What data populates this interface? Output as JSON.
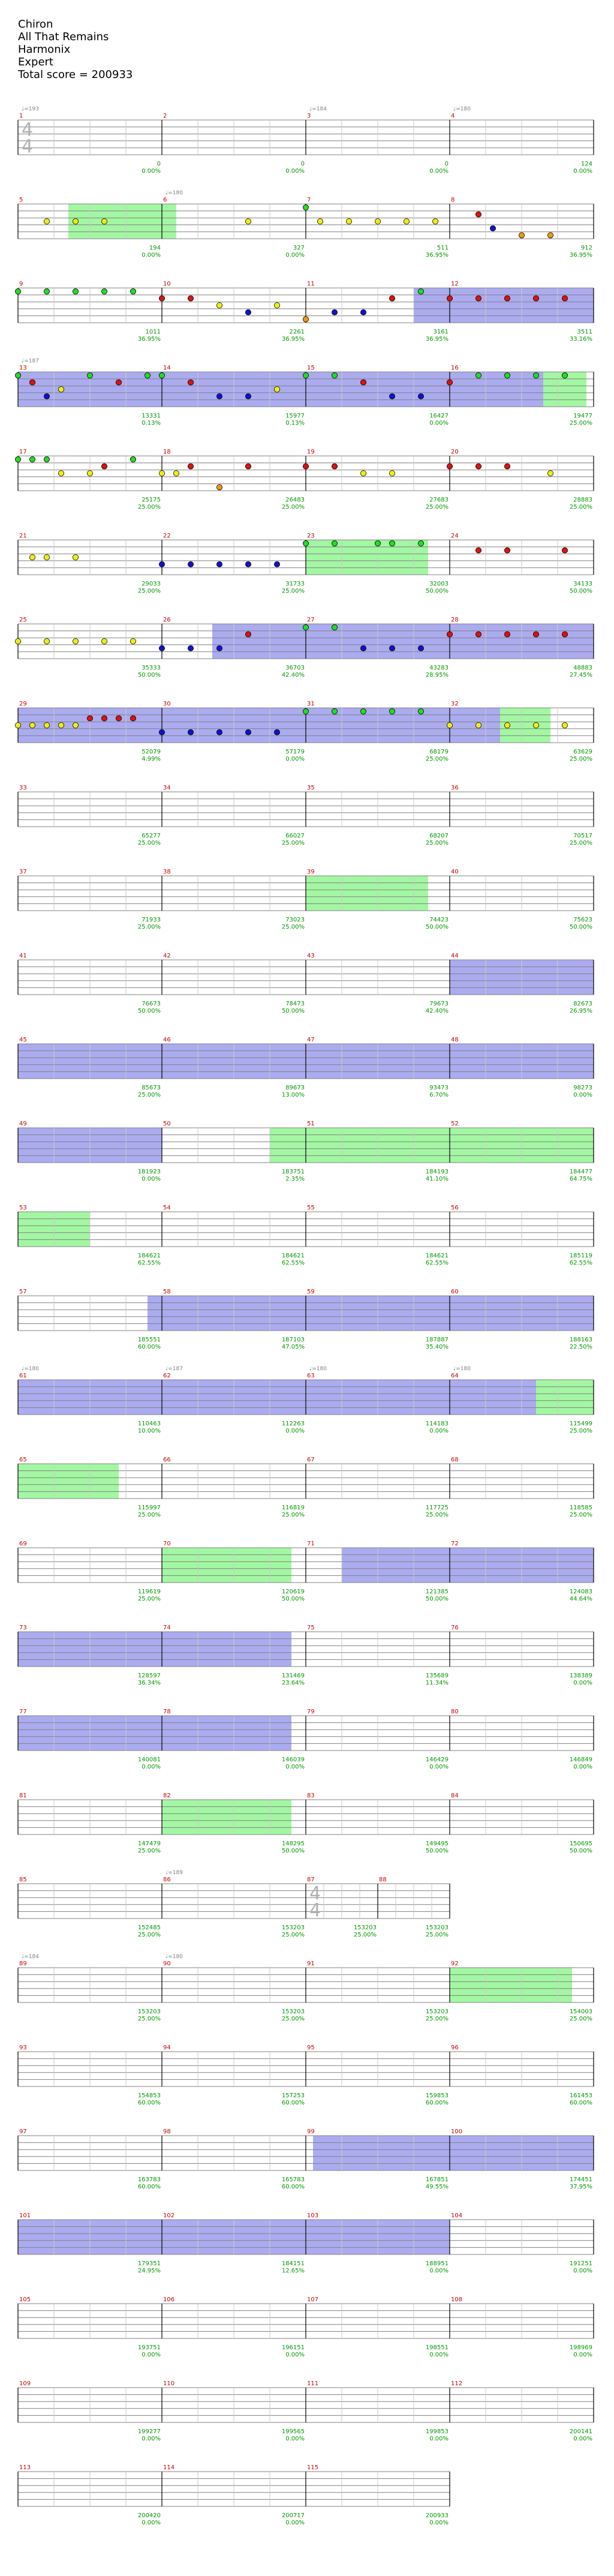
{
  "header": {
    "artist": "Chiron",
    "title": "All That Remains",
    "charter": "Harmonix",
    "difficulty": "Expert",
    "total_score": "Total score = 200933"
  },
  "colors": {
    "green": "#22dd22",
    "red": "#dd1111",
    "yellow": "#eeee11",
    "blue": "#1111cc",
    "orange": "#ee9911",
    "sp_phrase": "#33ee33",
    "sp_activation": "#4444dd",
    "sustain_green": "#22ee22",
    "staff_line": "#808080",
    "measure_number": "#cc0000",
    "score_text": "#009900"
  },
  "time_signature": [
    "4",
    "4"
  ],
  "rows": [
    {
      "measures": [
        {
          "n": "1",
          "score": "0",
          "pct": "0.00%",
          "tempo": "♩=193",
          "ts": true
        },
        {
          "n": "2",
          "score": "0",
          "pct": "0.00%"
        },
        {
          "n": "3",
          "score": "0",
          "pct": "0.00%",
          "tempo": "♩=184"
        },
        {
          "n": "4",
          "score": "124",
          "pct": "0.00%",
          "tempo": "♩=180"
        }
      ]
    },
    {
      "measures": [
        {
          "n": "5",
          "score": "194",
          "pct": "0.00%"
        },
        {
          "n": "6",
          "score": "327",
          "pct": "0.00%",
          "tempo": "♩=180"
        },
        {
          "n": "7",
          "score": "511",
          "pct": "36.95%"
        },
        {
          "n": "8",
          "score": "912",
          "pct": "36.95%"
        }
      ]
    },
    {
      "measures": [
        {
          "n": "9",
          "score": "1011",
          "pct": "36.95%"
        },
        {
          "n": "10",
          "score": "2261",
          "pct": "36.95%"
        },
        {
          "n": "11",
          "score": "3161",
          "pct": "36.95%"
        },
        {
          "n": "12",
          "score": "3511",
          "pct": "33.16%"
        }
      ]
    },
    {
      "measures": [
        {
          "n": "13",
          "score": "13331",
          "pct": "0.13%",
          "tempo": "♩=187"
        },
        {
          "n": "14",
          "score": "15977",
          "pct": "0.13%"
        },
        {
          "n": "15",
          "score": "16427",
          "pct": "0.00%"
        },
        {
          "n": "16",
          "score": "19477",
          "pct": "25.00%"
        }
      ]
    },
    {
      "measures": [
        {
          "n": "17",
          "score": "25175",
          "pct": "25.00%"
        },
        {
          "n": "18",
          "score": "26483",
          "pct": "25.00%"
        },
        {
          "n": "19",
          "score": "27683",
          "pct": "25.00%"
        },
        {
          "n": "20",
          "score": "28883",
          "pct": "25.00%"
        }
      ]
    },
    {
      "measures": [
        {
          "n": "21",
          "score": "29033",
          "pct": "25.00%"
        },
        {
          "n": "22",
          "score": "31733",
          "pct": "25.00%"
        },
        {
          "n": "23",
          "score": "32003",
          "pct": "50.00%"
        },
        {
          "n": "24",
          "score": "34133",
          "pct": "50.00%"
        }
      ]
    },
    {
      "measures": [
        {
          "n": "25",
          "score": "35333",
          "pct": "50.00%"
        },
        {
          "n": "26",
          "score": "36703",
          "pct": "42.40%"
        },
        {
          "n": "27",
          "score": "43283",
          "pct": "28.95%"
        },
        {
          "n": "28",
          "score": "48883",
          "pct": "27.45%"
        }
      ]
    },
    {
      "measures": [
        {
          "n": "29",
          "score": "52079",
          "pct": "4.99%"
        },
        {
          "n": "30",
          "score": "57179",
          "pct": "0.00%"
        },
        {
          "n": "31",
          "score": "68179",
          "pct": "25.00%"
        },
        {
          "n": "32",
          "score": "63629",
          "pct": "25.00%"
        }
      ]
    },
    {
      "measures": [
        {
          "n": "33",
          "score": "65277",
          "pct": "25.00%"
        },
        {
          "n": "34",
          "score": "66027",
          "pct": "25.00%"
        },
        {
          "n": "35",
          "score": "68207",
          "pct": "25.00%"
        },
        {
          "n": "36",
          "score": "70517",
          "pct": "25.00%"
        }
      ]
    },
    {
      "measures": [
        {
          "n": "37",
          "score": "71933",
          "pct": "25.00%"
        },
        {
          "n": "38",
          "score": "73023",
          "pct": "25.00%"
        },
        {
          "n": "39",
          "score": "74423",
          "pct": "50.00%"
        },
        {
          "n": "40",
          "score": "75623",
          "pct": "50.00%"
        }
      ]
    },
    {
      "measures": [
        {
          "n": "41",
          "score": "76673",
          "pct": "50.00%"
        },
        {
          "n": "42",
          "score": "78473",
          "pct": "50.00%"
        },
        {
          "n": "43",
          "score": "79673",
          "pct": "42.40%"
        },
        {
          "n": "44",
          "score": "82673",
          "pct": "26.95%"
        }
      ]
    },
    {
      "measures": [
        {
          "n": "45",
          "score": "85673",
          "pct": "25.00%"
        },
        {
          "n": "46",
          "score": "89673",
          "pct": "13.00%"
        },
        {
          "n": "47",
          "score": "93473",
          "pct": "6.70%"
        },
        {
          "n": "48",
          "score": "98273",
          "pct": "0.00%"
        }
      ]
    },
    {
      "measures": [
        {
          "n": "49",
          "score": "181923",
          "pct": "0.00%"
        },
        {
          "n": "50",
          "score": "183751",
          "pct": "2.35%"
        },
        {
          "n": "51",
          "score": "184193",
          "pct": "41.10%"
        },
        {
          "n": "52",
          "score": "184477",
          "pct": "64.75%"
        }
      ]
    },
    {
      "measures": [
        {
          "n": "53",
          "score": "184621",
          "pct": "62.55%"
        },
        {
          "n": "54",
          "score": "184621",
          "pct": "62.55%"
        },
        {
          "n": "55",
          "score": "184621",
          "pct": "62.55%"
        },
        {
          "n": "56",
          "score": "185119",
          "pct": "62.55%"
        }
      ]
    },
    {
      "measures": [
        {
          "n": "57",
          "score": "185551",
          "pct": "60.00%"
        },
        {
          "n": "58",
          "score": "187103",
          "pct": "47.05%"
        },
        {
          "n": "59",
          "score": "187887",
          "pct": "35.40%"
        },
        {
          "n": "60",
          "score": "188163",
          "pct": "22.50%"
        }
      ]
    },
    {
      "measures": [
        {
          "n": "61",
          "score": "110463",
          "pct": "10.00%",
          "tempo": "♩=180"
        },
        {
          "n": "62",
          "score": "112263",
          "pct": "0.00%",
          "tempo": "♩=187"
        },
        {
          "n": "63",
          "score": "114183",
          "pct": "0.00%",
          "tempo": "♩=180"
        },
        {
          "n": "64",
          "score": "115499",
          "pct": "25.00%",
          "tempo": "♩=180"
        }
      ]
    },
    {
      "measures": [
        {
          "n": "65",
          "score": "115997",
          "pct": "25.00%"
        },
        {
          "n": "66",
          "score": "116819",
          "pct": "25.00%"
        },
        {
          "n": "67",
          "score": "117725",
          "pct": "25.00%"
        },
        {
          "n": "68",
          "score": "118585",
          "pct": "25.00%"
        }
      ]
    },
    {
      "measures": [
        {
          "n": "69",
          "score": "119619",
          "pct": "25.00%"
        },
        {
          "n": "70",
          "score": "120619",
          "pct": "50.00%"
        },
        {
          "n": "71",
          "score": "121385",
          "pct": "50.00%"
        },
        {
          "n": "72",
          "score": "124083",
          "pct": "44.64%"
        }
      ]
    },
    {
      "measures": [
        {
          "n": "73",
          "score": "128597",
          "pct": "36.34%"
        },
        {
          "n": "74",
          "score": "131469",
          "pct": "23.64%"
        },
        {
          "n": "75",
          "score": "135689",
          "pct": "11.34%"
        },
        {
          "n": "76",
          "score": "138389",
          "pct": "0.00%"
        }
      ]
    },
    {
      "measures": [
        {
          "n": "77",
          "score": "140081",
          "pct": "0.00%"
        },
        {
          "n": "78",
          "score": "146039",
          "pct": "0.00%"
        },
        {
          "n": "79",
          "score": "146429",
          "pct": "0.00%"
        },
        {
          "n": "80",
          "score": "146849",
          "pct": "0.00%"
        }
      ]
    },
    {
      "measures": [
        {
          "n": "81",
          "score": "147479",
          "pct": "25.00%"
        },
        {
          "n": "82",
          "score": "148295",
          "pct": "50.00%"
        },
        {
          "n": "83",
          "score": "149495",
          "pct": "50.00%"
        },
        {
          "n": "84",
          "score": "150695",
          "pct": "50.00%"
        }
      ]
    },
    {
      "measures": [
        {
          "n": "85",
          "score": "152485",
          "pct": "25.00%"
        },
        {
          "n": "86",
          "score": "153203",
          "pct": "25.00%",
          "tempo": "♩=189"
        },
        {
          "n": "87",
          "score": "153203",
          "pct": "25.00%",
          "ts": true
        },
        {
          "n": "88",
          "score": "153203",
          "pct": "25.00%"
        }
      ],
      "width_quarters": 2
    },
    {
      "measures": [
        {
          "n": "89",
          "score": "153203",
          "pct": "25.00%",
          "tempo": "♩=184"
        },
        {
          "n": "90",
          "score": "153203",
          "pct": "25.00%",
          "tempo": "♩=180"
        },
        {
          "n": "91",
          "score": "153203",
          "pct": "25.00%"
        },
        {
          "n": "92",
          "score": "154003",
          "pct": "25.00%"
        }
      ]
    },
    {
      "measures": [
        {
          "n": "93",
          "score": "154853",
          "pct": "60.00%"
        },
        {
          "n": "94",
          "score": "157253",
          "pct": "60.00%"
        },
        {
          "n": "95",
          "score": "159853",
          "pct": "60.00%"
        },
        {
          "n": "96",
          "score": "161453",
          "pct": "60.00%"
        }
      ]
    },
    {
      "measures": [
        {
          "n": "97",
          "score": "163783",
          "pct": "60.00%"
        },
        {
          "n": "98",
          "score": "165783",
          "pct": "60.00%"
        },
        {
          "n": "99",
          "score": "167851",
          "pct": "49.55%"
        },
        {
          "n": "100",
          "score": "174451",
          "pct": "37.95%"
        }
      ]
    },
    {
      "measures": [
        {
          "n": "101",
          "score": "179351",
          "pct": "24.95%"
        },
        {
          "n": "102",
          "score": "184151",
          "pct": "12.65%"
        },
        {
          "n": "103",
          "score": "188951",
          "pct": "0.00%"
        },
        {
          "n": "104",
          "score": "191251",
          "pct": "0.00%"
        }
      ]
    },
    {
      "measures": [
        {
          "n": "105",
          "score": "193751",
          "pct": "0.00%"
        },
        {
          "n": "106",
          "score": "196151",
          "pct": "0.00%"
        },
        {
          "n": "107",
          "score": "198551",
          "pct": "0.00%"
        },
        {
          "n": "108",
          "score": "198969",
          "pct": "0.00%"
        }
      ]
    },
    {
      "measures": [
        {
          "n": "109",
          "score": "199277",
          "pct": "0.00%"
        },
        {
          "n": "110",
          "score": "199565",
          "pct": "0.00%"
        },
        {
          "n": "111",
          "score": "199853",
          "pct": "0.00%"
        },
        {
          "n": "112",
          "score": "200141",
          "pct": "0.00%"
        }
      ]
    },
    {
      "measures": [
        {
          "n": "113",
          "score": "200420",
          "pct": "0.00%"
        },
        {
          "n": "114",
          "score": "200717",
          "pct": "0.00%"
        },
        {
          "n": "115",
          "score": "200933",
          "pct": "0.00%"
        }
      ]
    }
  ],
  "chart_data": {
    "type": "table",
    "instrument": "guitar chart",
    "lanes": [
      "green",
      "red",
      "yellow",
      "blue",
      "orange"
    ],
    "notes_by_row": [
      [],
      [
        [
          0.2,
          2
        ],
        [
          0.4,
          2
        ],
        [
          0.6,
          2
        ],
        [
          1.6,
          2
        ],
        [
          2.0,
          0
        ],
        [
          2.1,
          2
        ],
        [
          2.3,
          2
        ],
        [
          2.5,
          2
        ],
        [
          2.7,
          2
        ],
        [
          2.9,
          2
        ],
        [
          3.2,
          1
        ],
        [
          3.3,
          3
        ],
        [
          3.5,
          4
        ],
        [
          3.7,
          4
        ]
      ],
      [
        [
          0.0,
          0
        ],
        [
          0.2,
          0
        ],
        [
          0.4,
          0
        ],
        [
          0.6,
          0
        ],
        [
          0.8,
          0
        ],
        [
          1.0,
          1
        ],
        [
          1.2,
          1
        ],
        [
          1.4,
          2
        ],
        [
          1.6,
          3
        ],
        [
          1.8,
          2
        ],
        [
          2.0,
          4
        ],
        [
          2.2,
          3
        ],
        [
          2.4,
          3
        ],
        [
          2.6,
          1
        ],
        [
          2.8,
          0
        ],
        [
          3.0,
          1
        ],
        [
          3.2,
          1
        ],
        [
          3.4,
          1
        ],
        [
          3.6,
          1
        ],
        [
          3.8,
          1
        ]
      ],
      [
        [
          0.0,
          0
        ],
        [
          0.1,
          1
        ],
        [
          0.2,
          3
        ],
        [
          0.3,
          2
        ],
        [
          0.5,
          0
        ],
        [
          0.7,
          1
        ],
        [
          0.9,
          0
        ],
        [
          1.0,
          0
        ],
        [
          1.2,
          1
        ],
        [
          1.4,
          3
        ],
        [
          1.6,
          3
        ],
        [
          1.8,
          2
        ],
        [
          2.0,
          0
        ],
        [
          2.2,
          0
        ],
        [
          2.4,
          1
        ],
        [
          2.6,
          3
        ],
        [
          2.8,
          3
        ],
        [
          3.0,
          1
        ],
        [
          3.2,
          0
        ],
        [
          3.4,
          0
        ],
        [
          3.6,
          0
        ],
        [
          3.8,
          0
        ]
      ],
      [
        [
          0.0,
          0
        ],
        [
          0.1,
          0
        ],
        [
          0.2,
          0
        ],
        [
          0.3,
          2
        ],
        [
          0.5,
          2
        ],
        [
          0.6,
          1
        ],
        [
          0.8,
          0
        ],
        [
          1.0,
          2
        ],
        [
          1.1,
          2
        ],
        [
          1.2,
          1
        ],
        [
          1.4,
          4
        ],
        [
          1.6,
          1
        ],
        [
          2.0,
          1
        ],
        [
          2.2,
          1
        ],
        [
          2.4,
          2
        ],
        [
          2.6,
          2
        ],
        [
          3.0,
          1
        ],
        [
          3.2,
          1
        ],
        [
          3.4,
          1
        ],
        [
          3.7,
          2
        ]
      ],
      [
        [
          0.1,
          2
        ],
        [
          0.2,
          2
        ],
        [
          0.4,
          2
        ],
        [
          1.0,
          3
        ],
        [
          1.2,
          3
        ],
        [
          1.4,
          3
        ],
        [
          1.6,
          3
        ],
        [
          1.8,
          3
        ],
        [
          2.0,
          0
        ],
        [
          2.2,
          0
        ],
        [
          2.5,
          0
        ],
        [
          2.6,
          0
        ],
        [
          2.8,
          0
        ],
        [
          3.2,
          1
        ],
        [
          3.4,
          1
        ],
        [
          3.8,
          1
        ]
      ],
      [
        [
          0.0,
          2
        ],
        [
          0.2,
          2
        ],
        [
          0.4,
          2
        ],
        [
          0.6,
          2
        ],
        [
          0.8,
          2
        ],
        [
          1.0,
          3
        ],
        [
          1.2,
          3
        ],
        [
          1.4,
          3
        ],
        [
          1.6,
          1
        ],
        [
          2.0,
          0
        ],
        [
          2.2,
          0
        ],
        [
          2.4,
          3
        ],
        [
          2.6,
          3
        ],
        [
          2.8,
          3
        ],
        [
          3.0,
          1
        ],
        [
          3.2,
          1
        ],
        [
          3.4,
          1
        ],
        [
          3.6,
          1
        ],
        [
          3.8,
          1
        ]
      ],
      [
        [
          0.0,
          2
        ],
        [
          0.1,
          2
        ],
        [
          0.2,
          2
        ],
        [
          0.3,
          2
        ],
        [
          0.4,
          2
        ],
        [
          0.5,
          1
        ],
        [
          0.6,
          1
        ],
        [
          0.7,
          1
        ],
        [
          0.8,
          1
        ],
        [
          1.0,
          3
        ],
        [
          1.2,
          3
        ],
        [
          1.4,
          3
        ],
        [
          1.6,
          3
        ],
        [
          1.8,
          3
        ],
        [
          2.0,
          0
        ],
        [
          2.2,
          0
        ],
        [
          2.4,
          0
        ],
        [
          2.6,
          0
        ],
        [
          2.8,
          0
        ],
        [
          3.0,
          2
        ],
        [
          3.2,
          2
        ],
        [
          3.4,
          2
        ],
        [
          3.6,
          2
        ],
        [
          3.8,
          2
        ]
      ]
    ]
  }
}
